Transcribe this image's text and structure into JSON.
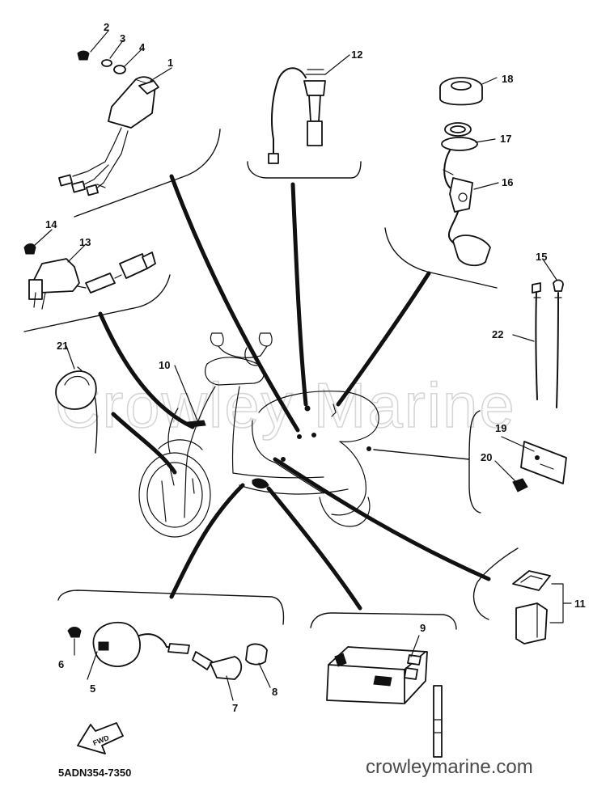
{
  "diagram": {
    "callouts": [
      "1",
      "2",
      "3",
      "4",
      "5",
      "6",
      "7",
      "8",
      "9",
      "10",
      "11",
      "12",
      "13",
      "14",
      "15",
      "16",
      "17",
      "18",
      "19",
      "20",
      "21",
      "22"
    ],
    "part_code": "5ADN354-7350",
    "watermark_background": "Crowley Marine",
    "watermark_footer": "crowleymarine.com",
    "arrow_label": "FWD"
  }
}
